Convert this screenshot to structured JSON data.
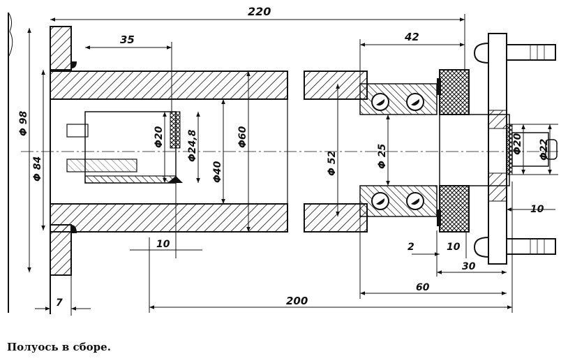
{
  "caption": "Полуось в сборе.",
  "dimensions": {
    "overall_length": "220",
    "d35": "35",
    "d42": "42",
    "phi98": "Φ 98",
    "phi84": "Φ 84",
    "phi20_inner": "Φ20",
    "phi24_8": "Φ24,8",
    "phi40": "Φ40",
    "phi60": "Φ60",
    "phi52": "Φ 52",
    "phi25": "Φ 25",
    "phi20_shaft": "Φ20",
    "phi22": "Φ22",
    "d10_right": "10",
    "d2": "2",
    "d10_bottom_right": "10",
    "d10_left": "10",
    "d30": "30",
    "d60": "60",
    "d200": "200",
    "d7": "7"
  },
  "colors": {
    "ink": "#111111",
    "paper": "#ffffff"
  }
}
